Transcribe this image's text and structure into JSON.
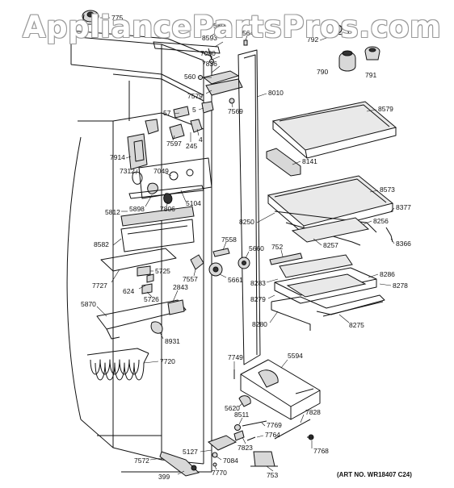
{
  "watermark": "AppliancePartsPros.com",
  "art_number": "(ART NO. WR18407 C24)",
  "callouts": [
    {
      "id": "775"
    },
    {
      "id": "580"
    },
    {
      "id": "8593"
    },
    {
      "id": "7080"
    },
    {
      "id": "7836"
    },
    {
      "id": "564"
    },
    {
      "id": "792"
    },
    {
      "id": "790"
    },
    {
      "id": "791"
    },
    {
      "id": "560"
    },
    {
      "id": "7579"
    },
    {
      "id": "7569"
    },
    {
      "id": "8010"
    },
    {
      "id": "8579"
    },
    {
      "id": "57"
    },
    {
      "id": "5"
    },
    {
      "id": "7597"
    },
    {
      "id": "245"
    },
    {
      "id": "4"
    },
    {
      "id": "7914"
    },
    {
      "id": "7312"
    },
    {
      "id": "7049"
    },
    {
      "id": "8141"
    },
    {
      "id": "5812"
    },
    {
      "id": "5898"
    },
    {
      "id": "7806"
    },
    {
      "id": "5104"
    },
    {
      "id": "8573"
    },
    {
      "id": "8377"
    },
    {
      "id": "8250"
    },
    {
      "id": "8256"
    },
    {
      "id": "8582"
    },
    {
      "id": "7558"
    },
    {
      "id": "8366"
    },
    {
      "id": "752"
    },
    {
      "id": "8257"
    },
    {
      "id": "5660"
    },
    {
      "id": "7727"
    },
    {
      "id": "5725"
    },
    {
      "id": "7557"
    },
    {
      "id": "5661"
    },
    {
      "id": "8283"
    },
    {
      "id": "8286"
    },
    {
      "id": "624"
    },
    {
      "id": "5726"
    },
    {
      "id": "2843"
    },
    {
      "id": "8278"
    },
    {
      "id": "8279"
    },
    {
      "id": "5870"
    },
    {
      "id": "8280"
    },
    {
      "id": "8275"
    },
    {
      "id": "8931"
    },
    {
      "id": "7720"
    },
    {
      "id": "7749"
    },
    {
      "id": "5594"
    },
    {
      "id": "5620"
    },
    {
      "id": "8511"
    },
    {
      "id": "7828"
    },
    {
      "id": "7769"
    },
    {
      "id": "7764"
    },
    {
      "id": "7823"
    },
    {
      "id": "7768"
    },
    {
      "id": "5127"
    },
    {
      "id": "7572"
    },
    {
      "id": "7084"
    },
    {
      "id": "7770"
    },
    {
      "id": "399"
    },
    {
      "id": "753"
    }
  ]
}
